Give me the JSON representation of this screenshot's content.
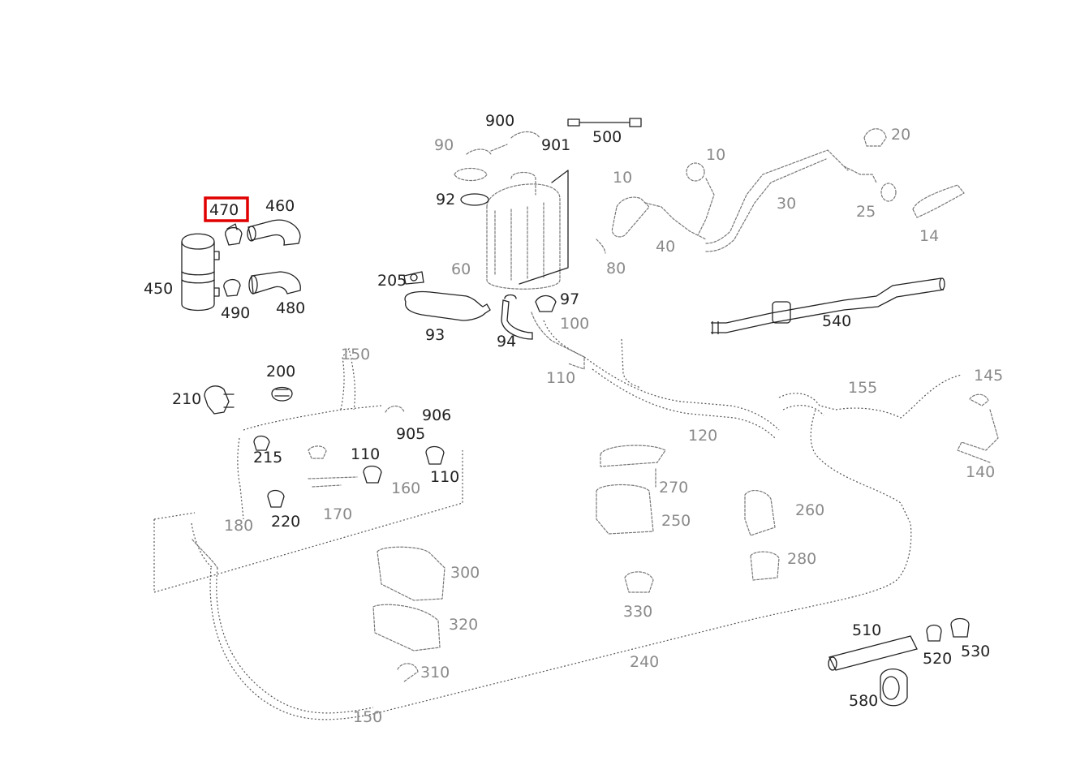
{
  "diagram": {
    "highlight_label": "470",
    "highlight_color": "#e00000",
    "labels": [
      {
        "id": "l900",
        "text": "900"
      },
      {
        "id": "l901",
        "text": "901"
      },
      {
        "id": "l500",
        "text": "500"
      },
      {
        "id": "l90",
        "text": "90"
      },
      {
        "id": "l92",
        "text": "92"
      },
      {
        "id": "l470",
        "text": "470"
      },
      {
        "id": "l460",
        "text": "460"
      },
      {
        "id": "l450",
        "text": "450"
      },
      {
        "id": "l490",
        "text": "490"
      },
      {
        "id": "l480",
        "text": "480"
      },
      {
        "id": "l20",
        "text": "20"
      },
      {
        "id": "l10a",
        "text": "10"
      },
      {
        "id": "l10b",
        "text": "10"
      },
      {
        "id": "l30",
        "text": "30"
      },
      {
        "id": "l25",
        "text": "25"
      },
      {
        "id": "l14",
        "text": "14"
      },
      {
        "id": "l40",
        "text": "40"
      },
      {
        "id": "l60",
        "text": "60"
      },
      {
        "id": "l80",
        "text": "80"
      },
      {
        "id": "l205",
        "text": "205"
      },
      {
        "id": "l93",
        "text": "93"
      },
      {
        "id": "l94",
        "text": "94"
      },
      {
        "id": "l97",
        "text": "97"
      },
      {
        "id": "l100",
        "text": "100"
      },
      {
        "id": "l540",
        "text": "540"
      },
      {
        "id": "l110c",
        "text": "110"
      },
      {
        "id": "l150a",
        "text": "150"
      },
      {
        "id": "l200",
        "text": "200"
      },
      {
        "id": "l210",
        "text": "210"
      },
      {
        "id": "l906",
        "text": "906"
      },
      {
        "id": "l905",
        "text": "905"
      },
      {
        "id": "l215",
        "text": "215"
      },
      {
        "id": "l110a",
        "text": "110"
      },
      {
        "id": "l110b",
        "text": "110"
      },
      {
        "id": "l220",
        "text": "220"
      },
      {
        "id": "l160",
        "text": "160"
      },
      {
        "id": "l170",
        "text": "170"
      },
      {
        "id": "l180",
        "text": "180"
      },
      {
        "id": "l155",
        "text": "155"
      },
      {
        "id": "l145",
        "text": "145"
      },
      {
        "id": "l140",
        "text": "140"
      },
      {
        "id": "l120",
        "text": "120"
      },
      {
        "id": "l270",
        "text": "270"
      },
      {
        "id": "l250",
        "text": "250"
      },
      {
        "id": "l260",
        "text": "260"
      },
      {
        "id": "l280",
        "text": "280"
      },
      {
        "id": "l300",
        "text": "300"
      },
      {
        "id": "l320",
        "text": "320"
      },
      {
        "id": "l310",
        "text": "310"
      },
      {
        "id": "l330",
        "text": "330"
      },
      {
        "id": "l240",
        "text": "240"
      },
      {
        "id": "l150b",
        "text": "150"
      },
      {
        "id": "l510",
        "text": "510"
      },
      {
        "id": "l520",
        "text": "520"
      },
      {
        "id": "l530",
        "text": "530"
      },
      {
        "id": "l580",
        "text": "580"
      }
    ]
  }
}
